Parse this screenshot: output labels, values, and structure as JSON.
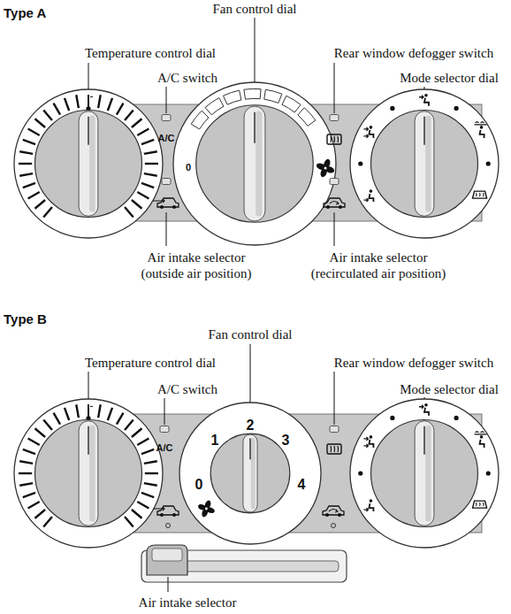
{
  "diagram": {
    "labels": [
      "Type A",
      "Fan control dial",
      "Temperature control dial",
      "Rear window defogger switch",
      "A/C switch",
      "Mode selector dial",
      "A/C",
      "0",
      "Air intake selector (outside air position)",
      "Air intake selector (recirculated air position)",
      "Type B",
      "Fan control dial",
      "Temperature control dial",
      "Rear window defogger switch",
      "A/C switch",
      "Mode selector dial",
      "A/C",
      "0",
      "1",
      "2",
      "3",
      "4",
      "Air intake selector"
    ]
  }
}
